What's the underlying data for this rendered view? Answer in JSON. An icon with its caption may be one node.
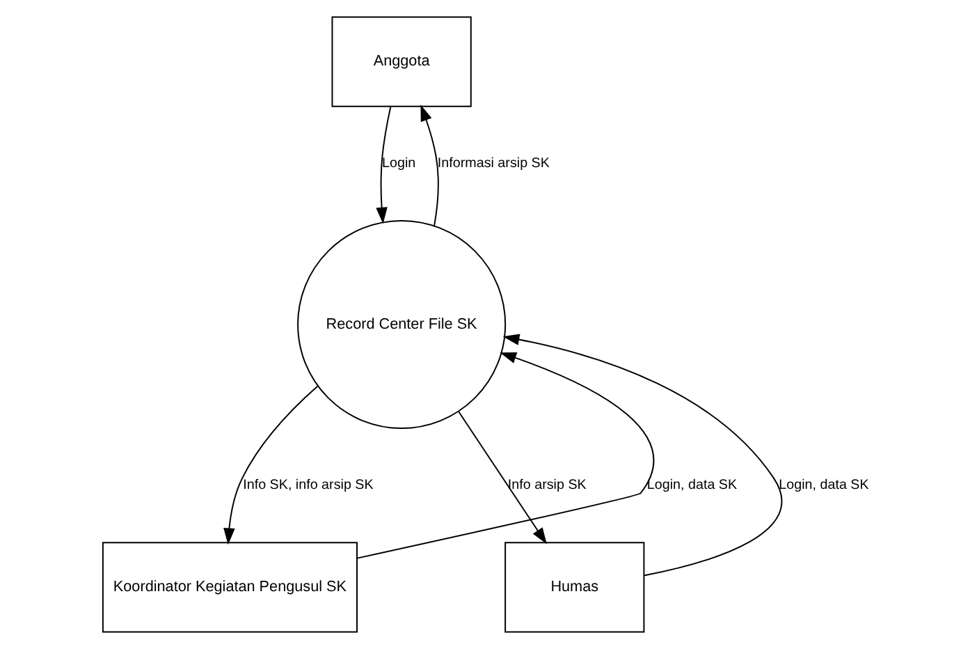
{
  "diagram": {
    "nodes": [
      {
        "text": [
          "Anggota"
        ]
      },
      {
        "text": [
          "Record Center File SK"
        ]
      },
      {
        "text": [
          "Koordinator Kegiatan Pengusul SK"
        ]
      },
      {
        "text": [
          "Humas"
        ]
      }
    ],
    "edges": [
      {
        "from": 1,
        "to": 0,
        "arrow": "to",
        "label": "Informasi arsip SK"
      },
      {
        "from": 0,
        "to": 1,
        "arrow": "to",
        "label": "Login"
      },
      {
        "from": 2,
        "to": 1,
        "arrow": "to",
        "label": "Login, data SK"
      },
      {
        "from": 1,
        "to": 2,
        "arrow": "to",
        "label": "Info SK, info arsip SK"
      },
      {
        "from": 3,
        "to": 1,
        "arrow": "to",
        "label": "Login, data SK"
      },
      {
        "from": 1,
        "to": 3,
        "arrow": "to",
        "label": "Info arsip SK"
      }
    ]
  }
}
